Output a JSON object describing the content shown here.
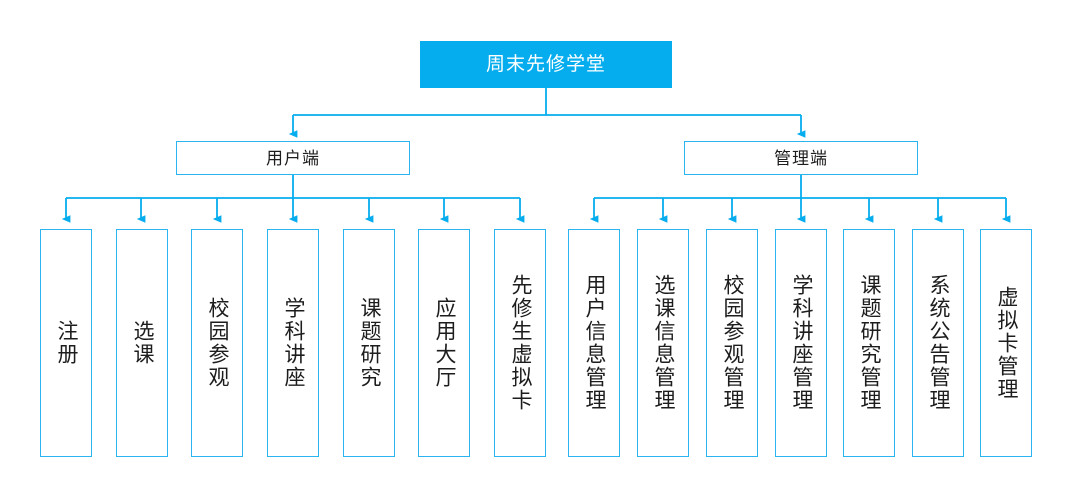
{
  "diagram": {
    "type": "organization-tree",
    "title": "周末先修学堂",
    "colors": {
      "accent": "#05ADEE",
      "border": "#2ab4f0",
      "root_text": "#ffffff",
      "node_text": "#1d1d1d",
      "background": "#ffffff"
    },
    "root": {
      "label": "周末先修学堂"
    },
    "branches": [
      {
        "id": "user-client",
        "label": "用户端",
        "children": [
          {
            "id": "register",
            "label": "注册"
          },
          {
            "id": "course-selection",
            "label": "选课"
          },
          {
            "id": "campus-visit",
            "label": "校园参观"
          },
          {
            "id": "subject-lecture",
            "label": "学科讲座"
          },
          {
            "id": "topic-research",
            "label": "课题研究"
          },
          {
            "id": "application-hall",
            "label": "应用大厅"
          },
          {
            "id": "prep-student-virtual-card",
            "label": "先修生虚拟卡"
          }
        ]
      },
      {
        "id": "admin-client",
        "label": "管理端",
        "children": [
          {
            "id": "user-info-management",
            "label": "用户信息管理"
          },
          {
            "id": "course-info-management",
            "label": "选课信息管理"
          },
          {
            "id": "campus-visit-management",
            "label": "校园参观管理"
          },
          {
            "id": "subject-lecture-management",
            "label": "学科讲座管理"
          },
          {
            "id": "topic-research-management",
            "label": "课题研究管理"
          },
          {
            "id": "system-announcement-management",
            "label": "系统公告管理"
          },
          {
            "id": "virtual-card-management",
            "label": "虚拟卡管理"
          }
        ]
      }
    ]
  }
}
